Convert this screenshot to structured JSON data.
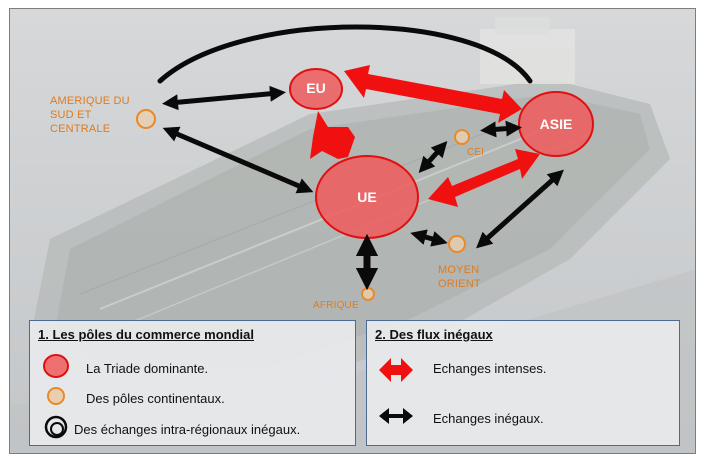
{
  "poles": {
    "eu": "EU",
    "asie": "ASIE",
    "ue": "UE"
  },
  "places": {
    "amerique": [
      "AMERIQUE DU",
      "SUD ET",
      "CENTRALE"
    ],
    "cei": "CEI",
    "moyen_orient": [
      "MOYEN",
      "ORIENT"
    ],
    "afrique": "AFRIQUE"
  },
  "legend1": {
    "title": "1. Les pôles du commerce mondial",
    "items": [
      "La Triade dominante.",
      "Des pôles continentaux.",
      "Des échanges intra-régionaux inégaux."
    ]
  },
  "legend2": {
    "title": "2. Des flux inégaux",
    "items": [
      "Echanges intenses.",
      "Echanges inégaux."
    ]
  },
  "colors": {
    "triade_fill": "#ef5a5a",
    "triade_stroke": "#e01010",
    "intense_arrow": "#f01010",
    "continental": "#e88a2a",
    "unequal_arrow": "#0a0a0a",
    "legend_border": "#4d6a93"
  }
}
